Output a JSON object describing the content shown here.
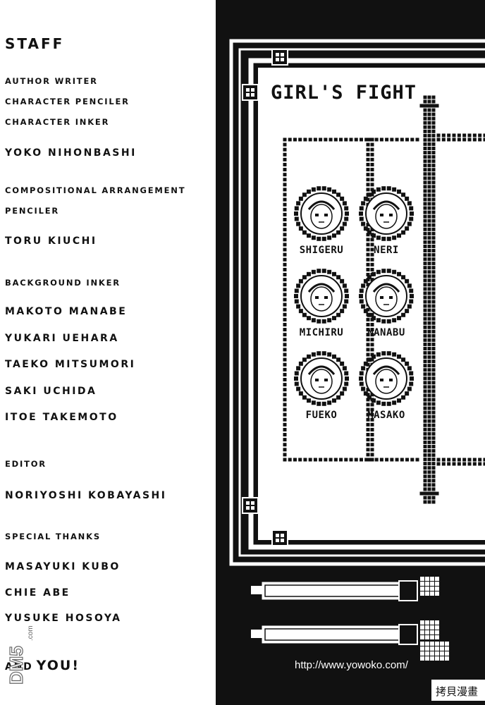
{
  "staff": {
    "heading": "STAFF",
    "roles": {
      "author_writer": "AUTHOR WRITER",
      "character_penciler": "CHARACTER PENCILER",
      "character_inker": "CHARACTER INKER",
      "compositional_arrangement": "COMPOSITIONAL ARRANGEMENT",
      "penciler": "PENCILER",
      "background_inker": "BACKGROUND INKER",
      "editor": "EDITOR",
      "special_thanks": "SPECIAL THANKS"
    },
    "names": {
      "author": "YOKO NIHONBASHI",
      "compositional": "TORU KIUCHI",
      "bg1": "MAKOTO MANABE",
      "bg2": "YUKARI UEHARA",
      "bg3": "TAEKO MITSUMORI",
      "bg4": "SAKI UCHIDA",
      "bg5": "ITOE TAKEMOTO",
      "editor": "NORIYOSHI KOBAYASHI",
      "thanks1": "MASAYUKI KUBO",
      "thanks2": "CHIE ABE",
      "thanks3": "YUSUKE HOSOYA"
    },
    "closing_and": "AND",
    "closing_you": "YOU!"
  },
  "art": {
    "title": "GIRL'S FIGHT",
    "characters": [
      "SHIGERU",
      "NERI",
      "MICHIRU",
      "MANABU",
      "FUEKO",
      "MASAKO"
    ],
    "url": "http://www.yowoko.com/"
  },
  "watermark": {
    "left": "DM5.com",
    "right": "拷貝漫畫"
  }
}
